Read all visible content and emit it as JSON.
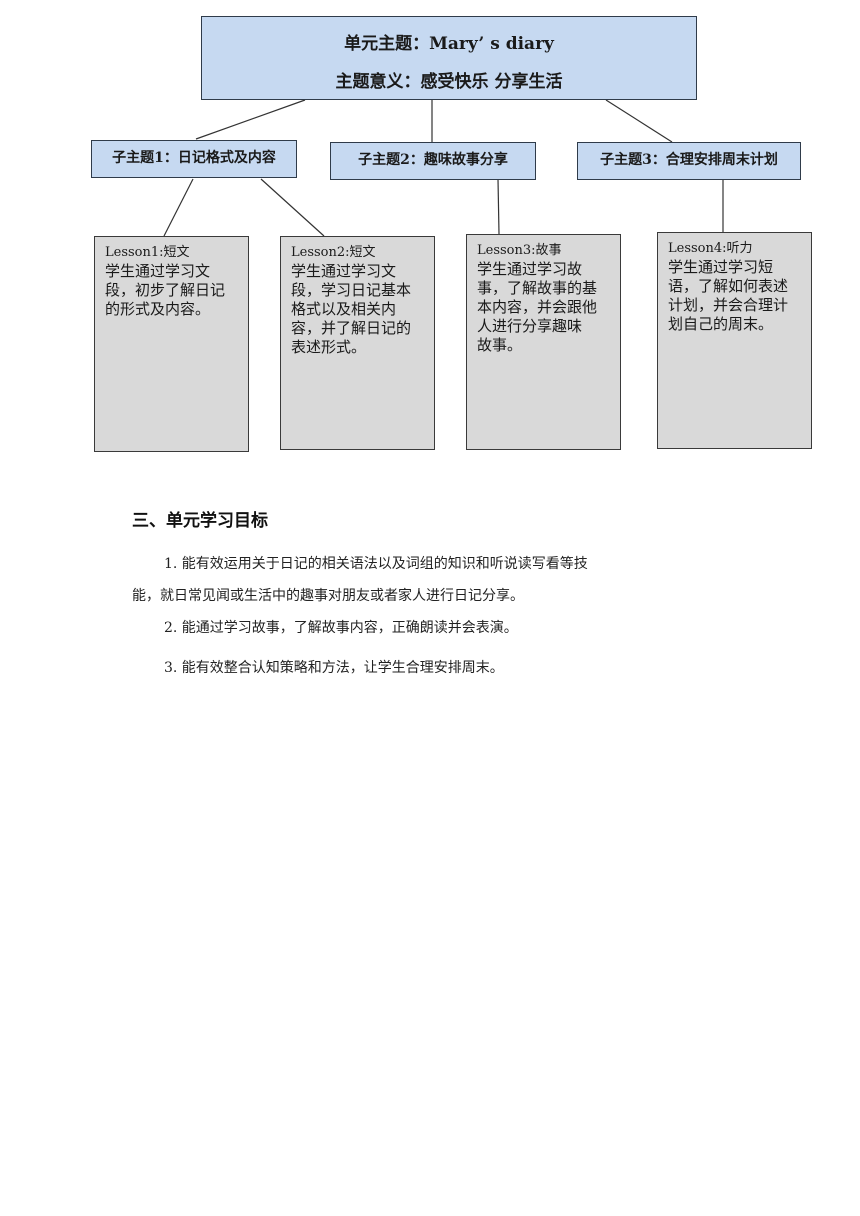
{
  "diagram": {
    "root": {
      "line1": "单元主题：Mary’ s diary",
      "line2": "主题意义：感受快乐 分享生活"
    },
    "subtopics": [
      {
        "label": "子主题1：日记格式及内容"
      },
      {
        "label": "子主题2：趣味故事分享"
      },
      {
        "label": "子主题3：合理安排周末计划"
      }
    ],
    "lessons": [
      {
        "title": "Lesson1:短文",
        "lines": [
          "学生通过学习文",
          "段，初步了解日记",
          "的形式及内容。"
        ]
      },
      {
        "title": "Lesson2:短文",
        "lines": [
          "学生通过学习文",
          "段，学习日记基本",
          "格式以及相关内",
          "容，并了解日记的",
          "表述形式。"
        ]
      },
      {
        "title": "Lesson3:故事",
        "lines": [
          "学生通过学习故",
          "事，了解故事的基",
          "本内容，并会跟他",
          "人进行分享趣味",
          "故事。"
        ]
      },
      {
        "title": "Lesson4:听力",
        "lines": [
          "学生通过学习短",
          "语，了解如何表述",
          "计划，并会合理计",
          "划自己的周末。"
        ]
      }
    ],
    "colors": {
      "topic_fill": "#c6d9f1",
      "lesson_fill": "#d9d9d9",
      "border": "#2f3b4a"
    }
  },
  "section": {
    "heading": "三、单元学习目标",
    "goal1_line1": "1. 能有效运用关于日记的相关语法以及词组的知识和听说读写看等技",
    "goal1_line2": "能，就日常见闻或生活中的趣事对朋友或者家人进行日记分享。",
    "goal2": "2. 能通过学习故事，了解故事内容，正确朗读并会表演。",
    "goal3": "3. 能有效整合认知策略和方法，让学生合理安排周末。"
  }
}
